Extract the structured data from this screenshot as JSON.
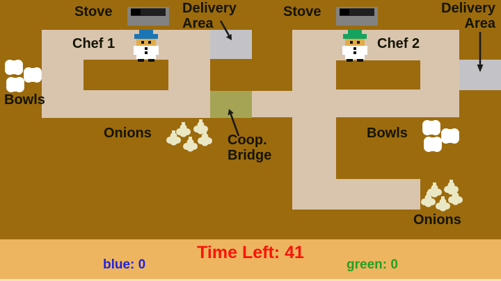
{
  "scene": {
    "labels": {
      "stove_left": "Stove",
      "stove_right": "Stove",
      "delivery_left": {
        "line1": "Delivery",
        "line2": "Area"
      },
      "delivery_right": {
        "line1": "Delivery",
        "line2": "Area"
      },
      "chef1": "Chef 1",
      "chef2": "Chef 2",
      "bowls_left": "Bowls",
      "bowls_right": "Bowls",
      "onions_left": "Onions",
      "onions_right": "Onions",
      "coop_bridge": {
        "line1": "Coop.",
        "line2": "Bridge"
      }
    },
    "icons": {
      "chef1": "chef-sprite-blue-hat",
      "chef2": "chef-sprite-green-hat",
      "stove": "stove-pan-icon",
      "bowl": "bowl-icon",
      "onion": "onion-icon",
      "delivery_arrow_left": "arrow-down-right-icon",
      "delivery_arrow_right": "arrow-down-icon",
      "bridge_arrow": "arrow-up-left-icon"
    }
  },
  "hud": {
    "time_label": "Time Left:",
    "time_value": "41",
    "blue_label": "blue:",
    "blue_value": "0",
    "green_label": "green:",
    "green_value": "0"
  },
  "colors": {
    "background": "#9C6B0D",
    "floor": "#D9C5AE",
    "delivery_area": "#C3C3C7",
    "coop_bridge": "#A5A455",
    "hud_bar": "#EDB55F",
    "time_text": "#FA1409",
    "blue_score": "#2222DB",
    "green_score": "#22A022",
    "label_text": "#141400",
    "chef1_hat": "#1B75B5",
    "chef2_hat": "#16A35F",
    "chef_face": "#E3AC49",
    "stove_body": "#828282",
    "onion": "#EAE7C5",
    "bowl": "#FFFFFF"
  }
}
